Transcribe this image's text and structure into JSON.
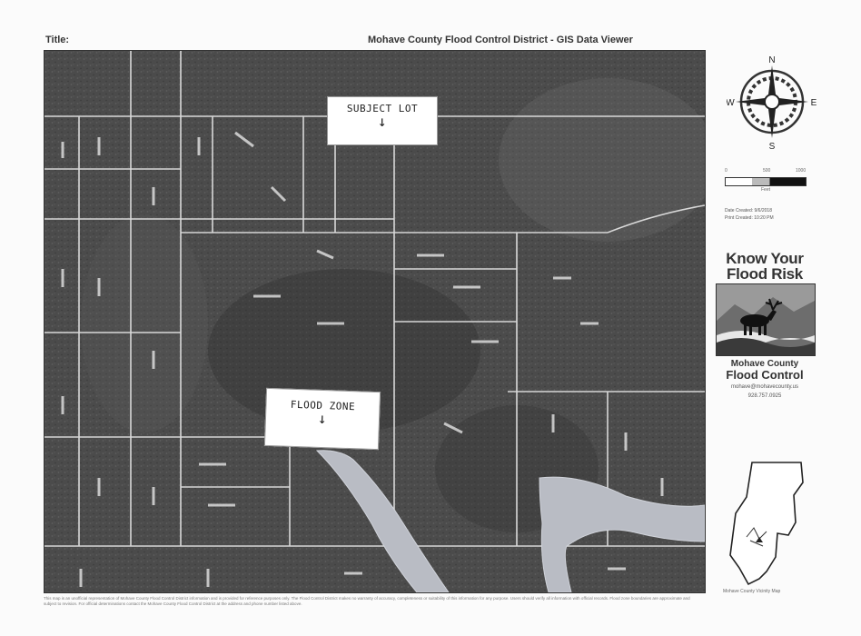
{
  "header": {
    "title_label": "Title:",
    "viewer_title": "Mohave County Flood Control District - GIS Data Viewer"
  },
  "map": {
    "annotations": {
      "subject_lot": "SUBJECT LOT",
      "flood_zone": "FLOOD ZONE",
      "arrow_glyph": "↓"
    },
    "colors": {
      "imagery": "#4a4a4a",
      "parcel_lines": "#d8d8d8",
      "flood_zone": "#b9bcc4"
    }
  },
  "compass": {
    "north": "N",
    "south": "S",
    "east": "E",
    "west": "W"
  },
  "scale": {
    "ticks": [
      "0",
      "500",
      "1000"
    ],
    "unit": "Feet"
  },
  "dates": {
    "line1": "Date Created: 9/6/2018",
    "line2": "Print Created: 10:20 PM"
  },
  "campaign": {
    "headline": "Know Your Flood Risk",
    "org_line1": "Mohave County",
    "org_line2": "Flood Control",
    "email": "mohave@mohavecounty.us",
    "phone": "928.757.0925"
  },
  "inset": {
    "caption": "Mohave County Vicinity Map"
  },
  "disclaimer": "This map is an unofficial representation of Mohave County Flood Control District information and is provided for reference purposes only. The Flood Control District makes no warranty of accuracy, completeness or suitability of this information for any purpose. Users should verify all information with official records. Flood zone boundaries are approximate and subject to revision. For official determinations contact the Mohave County Flood Control District at the address and phone number listed above."
}
